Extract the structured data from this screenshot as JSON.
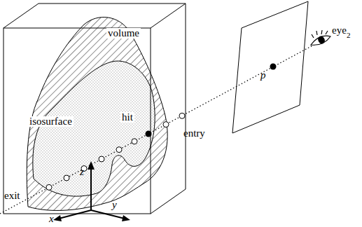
{
  "diagram": {
    "labels": [
      "volume",
      "isosurface",
      "hit",
      "entry",
      "exit",
      "p",
      "eye",
      "2",
      "x",
      "y",
      "z"
    ]
  }
}
